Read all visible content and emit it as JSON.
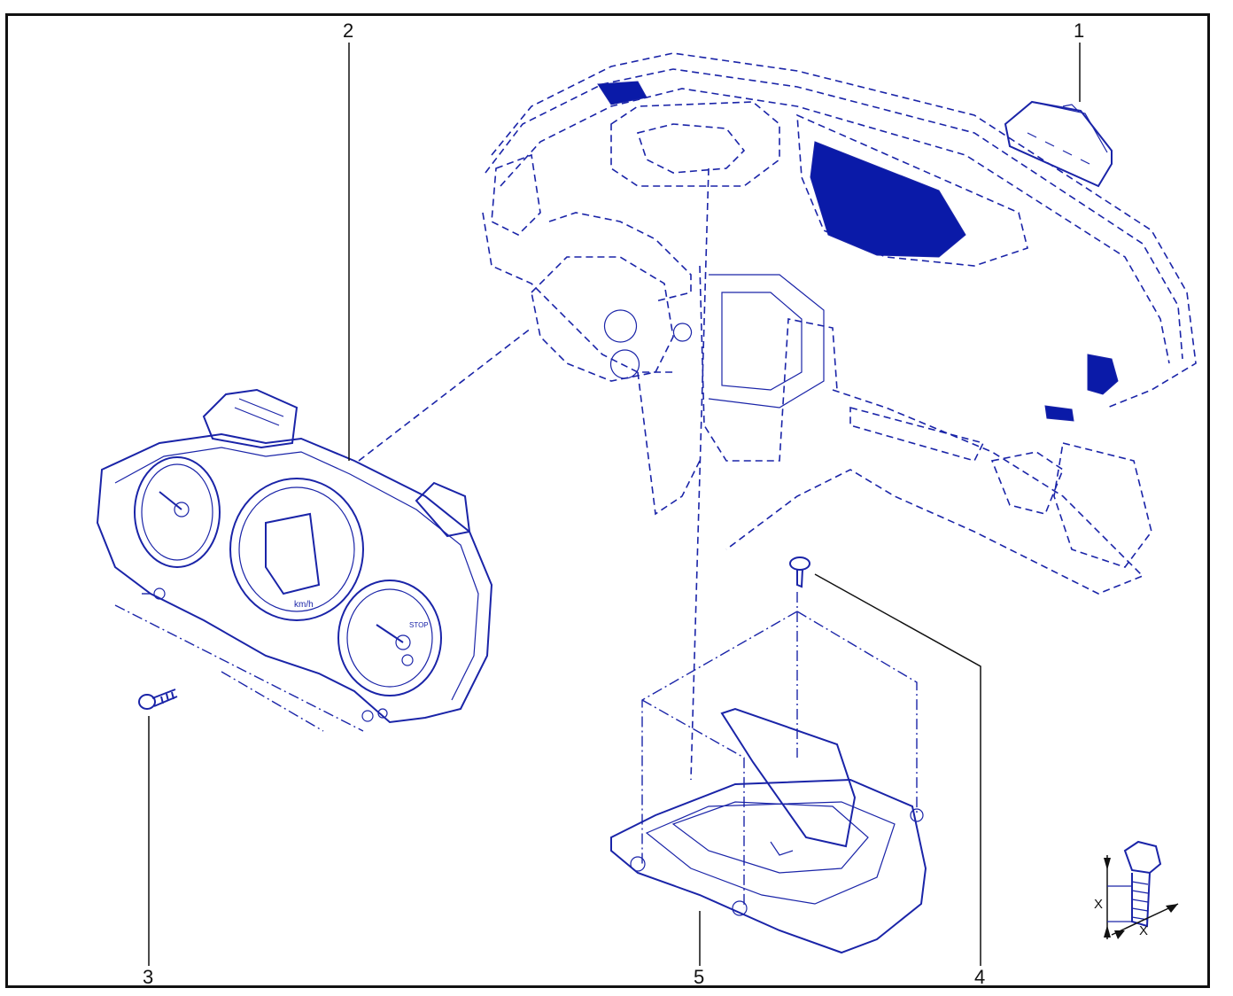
{
  "callouts": [
    {
      "id": "1",
      "label": "1"
    },
    {
      "id": "2",
      "label": "2"
    },
    {
      "id": "3",
      "label": "3"
    },
    {
      "id": "4",
      "label": "4"
    },
    {
      "id": "5",
      "label": "5"
    }
  ],
  "cluster": {
    "unit_label": "km/h",
    "stop_label": "STOP"
  },
  "symbol": {
    "x_label_vertical": "X",
    "x_label_horizontal": "X"
  },
  "colors": {
    "line": "#1a24a8",
    "fill": "#0a1aa8",
    "frame": "#111111"
  }
}
